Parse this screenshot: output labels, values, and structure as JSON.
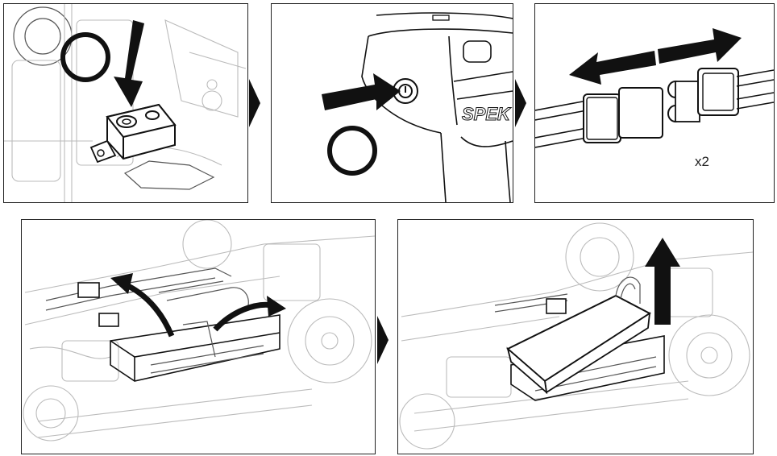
{
  "panels": [
    {
      "id": "step-1",
      "caption": ""
    },
    {
      "id": "step-2",
      "caption": ""
    },
    {
      "id": "step-3",
      "caption": "x2"
    },
    {
      "id": "step-4",
      "caption": ""
    },
    {
      "id": "step-5",
      "caption": ""
    }
  ],
  "icons": {
    "power_symbol": "power-icon",
    "direction_arrow": "arrow-icon",
    "step_separator": "chevron-right-icon"
  },
  "colors": {
    "ink": "#111111",
    "sketch": "#bbbbbb",
    "frame": "#222222"
  }
}
